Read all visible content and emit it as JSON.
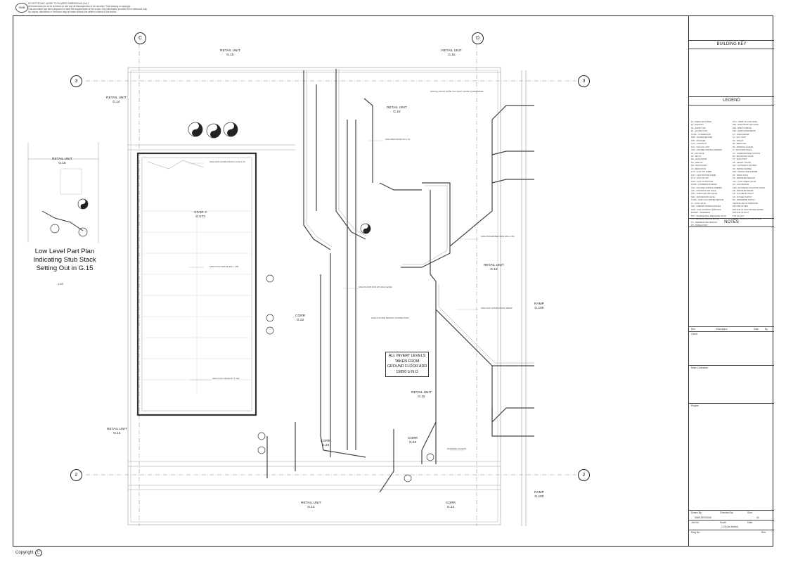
{
  "header": {
    "logo": "SWB",
    "notes": [
      "DO NOT SCALE. WORK TO FIGURED DIMENSIONS ONLY.",
      "All dimensions are to be checked on site and all discrepancies to be reported. This drawing is copyright.",
      "This document has been prepared to meet the requirements of the scope. Any information provided is for reference only.",
      "No copies, alterations or revisions may be made without the written consent of the author."
    ]
  },
  "title_block": {
    "building_key": "BUILDING KEY",
    "legend": "LEGEND",
    "notes": "NOTES",
    "revision_headers": [
      "Rev",
      "Description",
      "Date",
      "By"
    ],
    "client_label": "Client",
    "contractor_label": "Main Contractor",
    "project_label": "Project",
    "drawn_by_label": "Drawn By:",
    "drawn_by_value": "SWB DESIGNS",
    "checked_by_label": "Checked By:",
    "size_label": "Size:",
    "size_value": "A1",
    "job_no_label": "Job No:",
    "scale_label": "Scale:",
    "scale_value": "1:25 (As Noted)",
    "date_label": "Date:",
    "dwg_no_label": "Dwg No:",
    "rev_label": "Rev:",
    "legend_left": [
      "FA - FRESH AIR INTAKE",
      "EA - EXHAUST",
      "SA - SUPPLY AIR",
      "EX - EXTRACT AIR",
      "COND - CONDENSATE",
      "RWP - RAINWATER PIPE",
      "STP - STRAINER",
      "CCO - CLEANOUT",
      "FCU - FAN COIL UNIT",
      "VCD - VOLUME CONTROL DAMPER",
      "AV - AIR VALVE",
      "SV - SET IN",
      "RD - ROOF DRAIN",
      "RU - RISE UP",
      "DD - DROP DOWN",
      "LD - REDUCTION",
      "F.T.P - FLAT TOP TAPER",
      "F.B.T - FLAT BOTTOM TAPER",
      "F.T.P - FLAT ON TOP",
      "F.B.P - FLAT ON BOTTOM",
      "COND - CONDENSATE DRAIN",
      "VCA - VOLUME CONTROL DAMPER",
      "AAV - AUTOMATIC AIR VALVE",
      "CRV - CHECK RETURN VALVE",
      "NRV - NON RETURN VALVE",
      "TCWS - TANK COLD WATER SERVICE",
      "LV - LOCK VALVE",
      "SWI - SUBMAIN WATER SUPPLIES",
      "GWS - GAS CONTROLS SUPPLIES",
      "BASMNT - BASEMENT",
      "DPV - DIFFERENTIAL PRESSURE VALVE",
      "TD - TEMPERATURE DETECTOR",
      "TS - TEMPERATURE SENSOR",
      "PP - PURGE POINT"
    ],
    "legend_right": [
      "STLL - DROP TO LOW LEVEL",
      "RFP - RISE FROM LOW LEVEL",
      "RFA - RISE TO ABOVE",
      "DFA - DROP FROM ABOVE",
      "FC - FIRE DAMPER",
      "SL - SLIP JOINT",
      "SF - SPIGOT",
      "RF - REDUCING",
      "RA - RODDING ACCESS",
      "IV - ISOLATION VALVE",
      "CV - COMMISSIONING STATION",
      "BV - BALANCING VALVE",
      "TP - TEST POINT",
      "GP - GRAVITY PLATE",
      "AAV - AUTOMATIC AIR VENT",
      "SD - SMOKE DAMPER",
      "SFD - SMOKE FIRE DAMPER",
      "DV - DRAIN COCK",
      "PS - PRESSURE SENSOR",
      "LSV - LOCK SHIELD VALVE",
      "GS - GAS SENSOR",
      "ACR - AUTOMATIC ISOLATION VALVE",
      "PE - PRESSURE RELIEF",
      "KD - KITCHEN EXTRACT",
      "KS - KITCHEN SUPPLY",
      "RS - RAINWATER SUPPLY",
      "CENTRE LINE OF PIPEWORK",
      "BOTTOM OF PIPE",
      "BOTTOM OF TRAY/TRUNK/LADDER",
      "BOTTOM OF DUCT",
      "TOP OF UNIT",
      "INVERT LEVEL/BOTTOM OF PIPE"
    ]
  },
  "plan": {
    "grid_labels": [
      "C",
      "D",
      "3",
      "2"
    ],
    "rooms": [
      {
        "name": "RETAIL UNIT",
        "code": "G.15"
      },
      {
        "name": "RETAIL UNIT",
        "code": "G.15"
      },
      {
        "name": "RETAIL UNIT",
        "code": "G.14"
      },
      {
        "name": "RETAIL UNIT",
        "code": "G.15"
      },
      {
        "name": "STAIR 3",
        "code": "G.ST3"
      },
      {
        "name": "RETAIL UNIT",
        "code": "G.15"
      },
      {
        "name": "RAMP",
        "code": "G.100"
      },
      {
        "name": "CORR",
        "code": "G.22"
      },
      {
        "name": "RETAIL UNIT",
        "code": "G.15"
      },
      {
        "name": "RETAIL UNIT",
        "code": "G.14"
      },
      {
        "name": "CORR",
        "code": "G.22"
      },
      {
        "name": "CORR",
        "code": "G.22"
      },
      {
        "name": "RAMP",
        "code": "G.100"
      },
      {
        "name": "RETAIL UNIT",
        "code": "G.14"
      },
      {
        "name": "CORR",
        "code": "G.12"
      },
      {
        "name": "RETAIL UNIT",
        "code": "G.15"
      }
    ],
    "invert_note": "ALL INVERT LEVELS TAKEN FROM GROUND FLOOR ADD 15850 U.N.O",
    "inset": {
      "title": "Low Level Part Plan Indicating Stub Stack Setting Out in G.15",
      "scale": "1:25",
      "room_name": "RETAIL UNIT",
      "room_code": "G.15"
    },
    "annotations": [
      "100ø SVP (STUB STACK) FL IN G.15",
      "150ø FOUL WATER FALL 1:80",
      "100ø RWP DROP IN G.15",
      "INSTALLATION NOTE: ALL DUCT WORK & DRAINAGE",
      "100ø FLOOR RUN AT HIGH LEVEL",
      "100ø RAINWATER PIPE FALL 1:80",
      "150ø SVP (STUB STACK) DROP",
      "225ø FOUL DRAIN AT 1:100",
      "100ø FUTURE TENANT CONNECTION",
      "RODDING ACCESS"
    ]
  },
  "footer": {
    "copyright": "Copyright",
    "copyright_symbol": "C"
  }
}
